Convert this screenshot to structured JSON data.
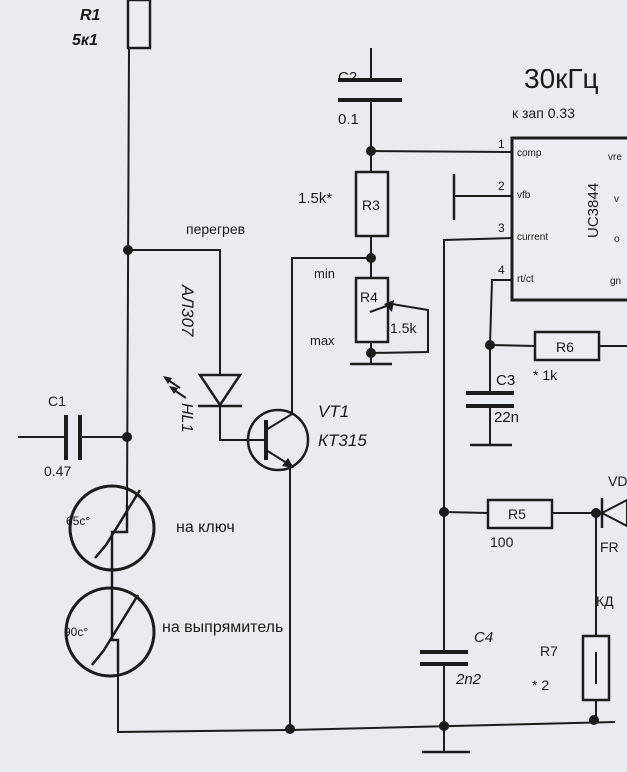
{
  "header": {
    "frequency": "30кГц",
    "note": "к зап 0.33"
  },
  "ic": {
    "name": "UC3844",
    "pins": [
      {
        "num": "1",
        "name": "comp"
      },
      {
        "num": "2",
        "name": "vfb"
      },
      {
        "num": "3",
        "name": "current"
      },
      {
        "num": "4",
        "name": "rt/ct"
      }
    ],
    "right_pins": [
      "vre",
      "v",
      "o",
      "gn"
    ]
  },
  "components": {
    "r1": {
      "ref": "R1",
      "value": "5к1"
    },
    "c2": {
      "ref": "C2",
      "value": "0.1"
    },
    "r3": {
      "ref": "R3",
      "value": "1.5k*"
    },
    "r4": {
      "ref": "R4",
      "value": "1.5k",
      "min": "min",
      "max": "max"
    },
    "c1": {
      "ref": "C1",
      "value": "0.47"
    },
    "hl1": {
      "ref": "HL1",
      "part": "АЛ307",
      "label": "перегрев"
    },
    "vt1": {
      "ref": "VT1",
      "part": "КТ315"
    },
    "c3": {
      "ref": "C3",
      "value": "22n"
    },
    "r6": {
      "ref": "R6",
      "value": "* 1k"
    },
    "r5": {
      "ref": "R5",
      "value": "100"
    },
    "c4": {
      "ref": "C4",
      "value": "2n2"
    },
    "r7": {
      "ref": "R7",
      "value": "* 2"
    },
    "vd": {
      "ref": "VD",
      "fr": "FR",
      "part": "КД"
    }
  },
  "thermistors": [
    {
      "temp": "65c°",
      "label": "на ключ"
    },
    {
      "temp": "90c°",
      "label": "на выпрямитель"
    }
  ]
}
